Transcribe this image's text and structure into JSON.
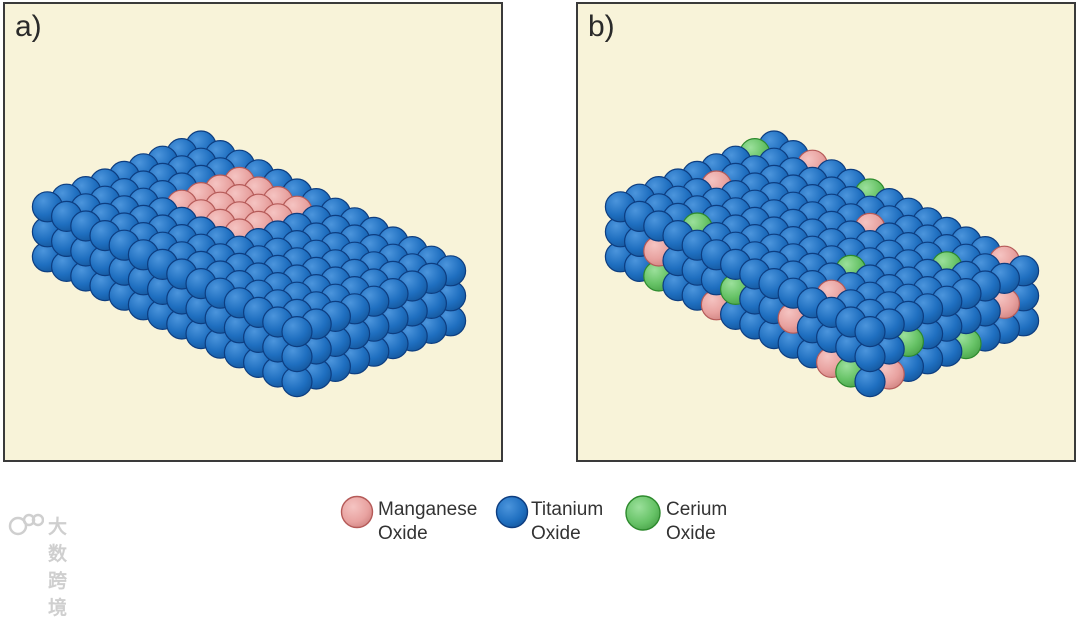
{
  "panels": {
    "a": {
      "label": "a)"
    },
    "b": {
      "label": "b)"
    }
  },
  "legend": {
    "manganese": {
      "label": "Manganese\nOxide",
      "color": "#e8a2a0"
    },
    "titanium": {
      "label": "Titanium\nOxide",
      "color": "#1f6fc0"
    },
    "cerium": {
      "label": "Cerium\nOxide",
      "color": "#66c266"
    }
  },
  "colors": {
    "background": "#f8f3d9",
    "titanium": "#1f6fc0",
    "titanium_dark": "#0d3d80",
    "manganese": "#e8a2a0",
    "manganese_dark": "#b55a58",
    "cerium": "#66c266",
    "cerium_dark": "#2d8a2d"
  },
  "watermark": {
    "text": "大数跨境"
  }
}
